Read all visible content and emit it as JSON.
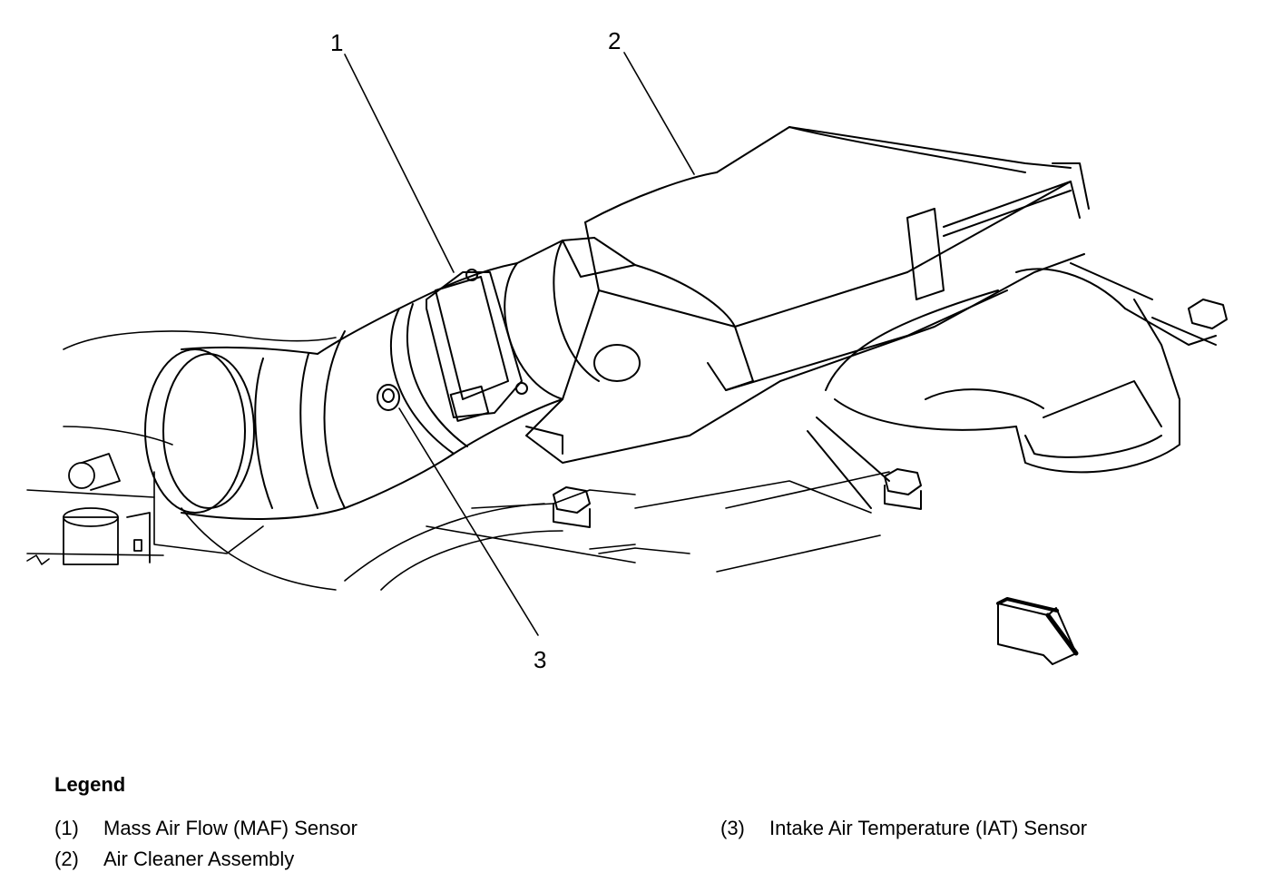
{
  "callouts": [
    {
      "id": "1",
      "label": "1"
    },
    {
      "id": "2",
      "label": "2"
    },
    {
      "id": "3",
      "label": "3"
    }
  ],
  "legend": {
    "title": "Legend",
    "items": [
      {
        "num": "(1)",
        "text": "Mass Air Flow (MAF) Sensor"
      },
      {
        "num": "(2)",
        "text": "Air Cleaner Assembly"
      },
      {
        "num": "(3)",
        "text": "Intake Air Temperature (IAT) Sensor"
      }
    ]
  },
  "icons": {
    "direction_arrow": "front-arrow-icon"
  }
}
